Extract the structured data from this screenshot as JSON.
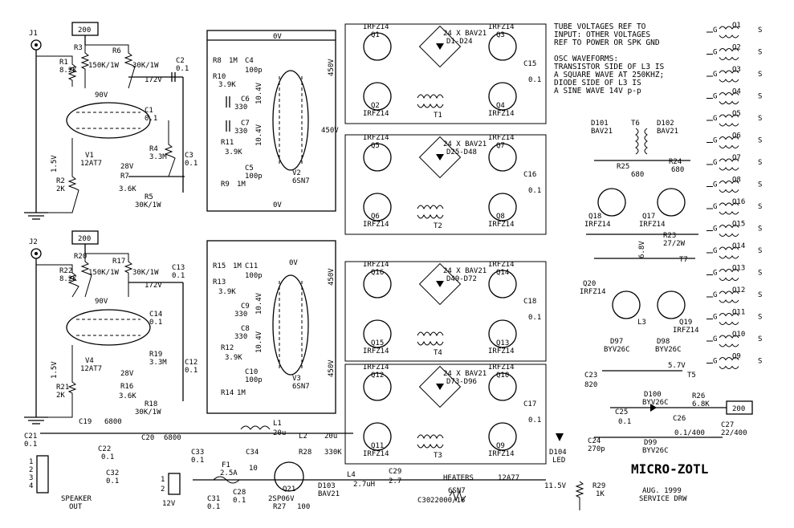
{
  "title": "MICRO-ZOTL",
  "date": "AUG. 1999",
  "subtitle": "SERVICE DRW",
  "notes": [
    "TUBE VOLTAGES REF TO",
    "INPUT: OTHER VOLTAGES",
    "REF TO POWER OR SPK GND",
    "",
    "OSC WAVEFORMS:",
    "TRANSISTOR SIDE OF L3 IS",
    "A SQUARE WAVE AT 250KHZ;",
    "DIODE SIDE OF L3 IS",
    "A SINE WAVE 14V p-p"
  ],
  "channel1": {
    "jack": "J1",
    "box": "200",
    "r1": "R1",
    "r1v": "8.2K",
    "r3": "R3",
    "r3v": "150K/1W",
    "r6": "R6",
    "r6v": "30K/1W",
    "v172": "172V",
    "v90": "90V",
    "c2": "C2",
    "c2v": "0.1",
    "c1": "C1",
    "c1v": "0.1",
    "tube": "V1",
    "tubev": "12AT7",
    "v15": "1.5V",
    "v28": "28V",
    "r2": "R2",
    "r2v": "2K",
    "r4": "R4",
    "r4v": "3.3M",
    "c3": "C3",
    "c3v": "0.1",
    "r7": "R7",
    "r7v": "3.6K",
    "r5": "R5",
    "r5v": "30K/1W",
    "r8": "R8",
    "r8v": "1M",
    "r10": "R10",
    "r10v": "3.9K",
    "c4": "C4",
    "c4v": "100p",
    "c6": "C6",
    "c6v": "330",
    "c7": "C7",
    "c7v": "330",
    "r11": "R11",
    "r11v": "3.9K",
    "c5": "C5",
    "c5v": "100p",
    "r9": "R9",
    "r9v": "1M",
    "v104a": "10.4V",
    "v104b": "10.4V",
    "tube2": "V2",
    "tube2v": "6SN7",
    "v0a": "0V",
    "v0b": "0V",
    "v450a": "450V",
    "v450b": "450V"
  },
  "channel2": {
    "jack": "J2",
    "box": "200",
    "r22": "R22",
    "r22v": "8.2K",
    "r20": "R20",
    "r20v": "150K/1W",
    "r17": "R17",
    "r17v": "30K/1W",
    "v172": "172V",
    "v90": "90V",
    "c13": "C13",
    "c13v": "0.1",
    "c14": "C14",
    "c14v": "0.1",
    "tube": "V4",
    "tubev": "12AT7",
    "v15": "1.5V",
    "v28": "28V",
    "r21": "R21",
    "r21v": "2K",
    "r19": "R19",
    "r19v": "3.3M",
    "c12": "C12",
    "c12v": "0.1",
    "r16": "R16",
    "r16v": "3.6K",
    "r18": "R18",
    "r18v": "30K/1W",
    "r15": "R15",
    "r15v": "1M",
    "r13": "R13",
    "r13v": "3.9K",
    "c11": "C11",
    "c11v": "100p",
    "c9": "C9",
    "c9v": "330",
    "c8": "C8",
    "c8v": "330",
    "r12": "R12",
    "r12v": "3.9K",
    "c10": "C10",
    "c10v": "100p",
    "r14": "R14",
    "r14v": "1M",
    "v104a": "10.4V",
    "v104b": "10.4V",
    "tube2": "V3",
    "tube2v": "6SN7",
    "v0": "0V",
    "v450a": "450V",
    "v450b": "450V"
  },
  "bridges": [
    {
      "diodes": "24 X BAV21",
      "range": "D1-D24",
      "t": "T1",
      "c": "C15",
      "cv": "0.1",
      "qtl": "Q1",
      "qbl": "Q2",
      "qtr": "Q3",
      "qbr": "Q4"
    },
    {
      "diodes": "24 X BAV21",
      "range": "D25-D48",
      "t": "T2",
      "c": "C16",
      "cv": "0.1",
      "qtl": "Q5",
      "qbl": "Q6",
      "qtr": "Q7",
      "qbr": "Q8"
    },
    {
      "diodes": "24 X BAV21",
      "range": "D49-D72",
      "t": "T4",
      "c": "C18",
      "cv": "0.1",
      "qtl": "Q16",
      "qbl": "Q15",
      "qtr": "Q14",
      "qbr": "Q13"
    },
    {
      "diodes": "24 X BAV21",
      "range": "D73-D96",
      "t": "T3",
      "c": "C17",
      "cv": "0.1",
      "qtl": "Q12",
      "qbl": "Q11",
      "qtr": "Q10",
      "qbr": "Q9"
    }
  ],
  "fet": "IRFZ14",
  "osc": {
    "d101": "D101",
    "d102": "D102",
    "bav21": "BAV21",
    "t6": "T6",
    "r25": "R25",
    "r25v": "680",
    "r24": "R24",
    "r24v": "680",
    "q18": "Q18",
    "q17": "Q17",
    "r23": "R23",
    "r23v": "27/2W",
    "v68": "6.8V",
    "t7": "T7",
    "q20": "Q20",
    "q19": "Q19",
    "l3": "L3",
    "d97": "D97",
    "d98": "D98",
    "byv": "BYV26C",
    "v57": "5.7V",
    "c23": "C23",
    "c23v": "820",
    "t5": "T5"
  },
  "hv": {
    "d100": "D100",
    "d99": "D99",
    "byv": "BYV26C",
    "r26": "R26",
    "r26v": "6.8K",
    "box": "200",
    "c25": "C25",
    "c25v": "0.1",
    "c26": "C26",
    "c26v": "0.1/400",
    "c27": "C27",
    "c27v": "22/400",
    "c24": "C24",
    "c24v": "270p"
  },
  "supply": {
    "c19": "C19",
    "c19v": "6800",
    "c20": "C20",
    "c20v": "6800",
    "c21": "C21",
    "c21v": "0.1",
    "c22": "C22",
    "c22v": "0.1",
    "c32": "C32",
    "c32v": "0.1",
    "c33": "C33",
    "c33v": "0.1",
    "l1": "L1",
    "l1v": "20u",
    "l2": "L2",
    "l2v": "20u",
    "c34": "C34",
    "c34v": "10",
    "r28": "R28",
    "r28v": "330K",
    "q21": "Q21",
    "q21v": "2SP06V",
    "d103": "D103",
    "d103v": "BAV21",
    "r27": "R27",
    "r27v": "100",
    "l4": "L4",
    "l4v": "2.7uH",
    "c29": "C29",
    "c29v": "2.7",
    "c30": "C30",
    "c30v": "22000/16",
    "heaters": "HEATERS",
    "h1": "6SN7",
    "h2": "12A77",
    "d104": "D104",
    "d104v": "LED",
    "v115": "11.5V",
    "r29": "R29",
    "r29v": "1K",
    "f1": "F1",
    "f1v": "2.5A",
    "c31": "C31",
    "c31v": "0.1",
    "c28": "C28",
    "c28v": "0.1",
    "v12": "12V",
    "speaker": "SPEAKER",
    "out": "OUT",
    "pins": [
      "1",
      "2",
      "3",
      "4"
    ],
    "pwrpins": [
      "1",
      "2"
    ]
  },
  "output_fets": [
    {
      "q": "Q1"
    },
    {
      "q": "Q2"
    },
    {
      "q": "Q3"
    },
    {
      "q": "Q4"
    },
    {
      "q": "Q5"
    },
    {
      "q": "Q6"
    },
    {
      "q": "Q7"
    },
    {
      "q": "Q8"
    },
    {
      "q": "Q16"
    },
    {
      "q": "Q15"
    },
    {
      "q": "Q14"
    },
    {
      "q": "Q13"
    },
    {
      "q": "Q12"
    },
    {
      "q": "Q11"
    },
    {
      "q": "Q10"
    },
    {
      "q": "Q9"
    }
  ],
  "gate_label": "G",
  "source_label": "S"
}
